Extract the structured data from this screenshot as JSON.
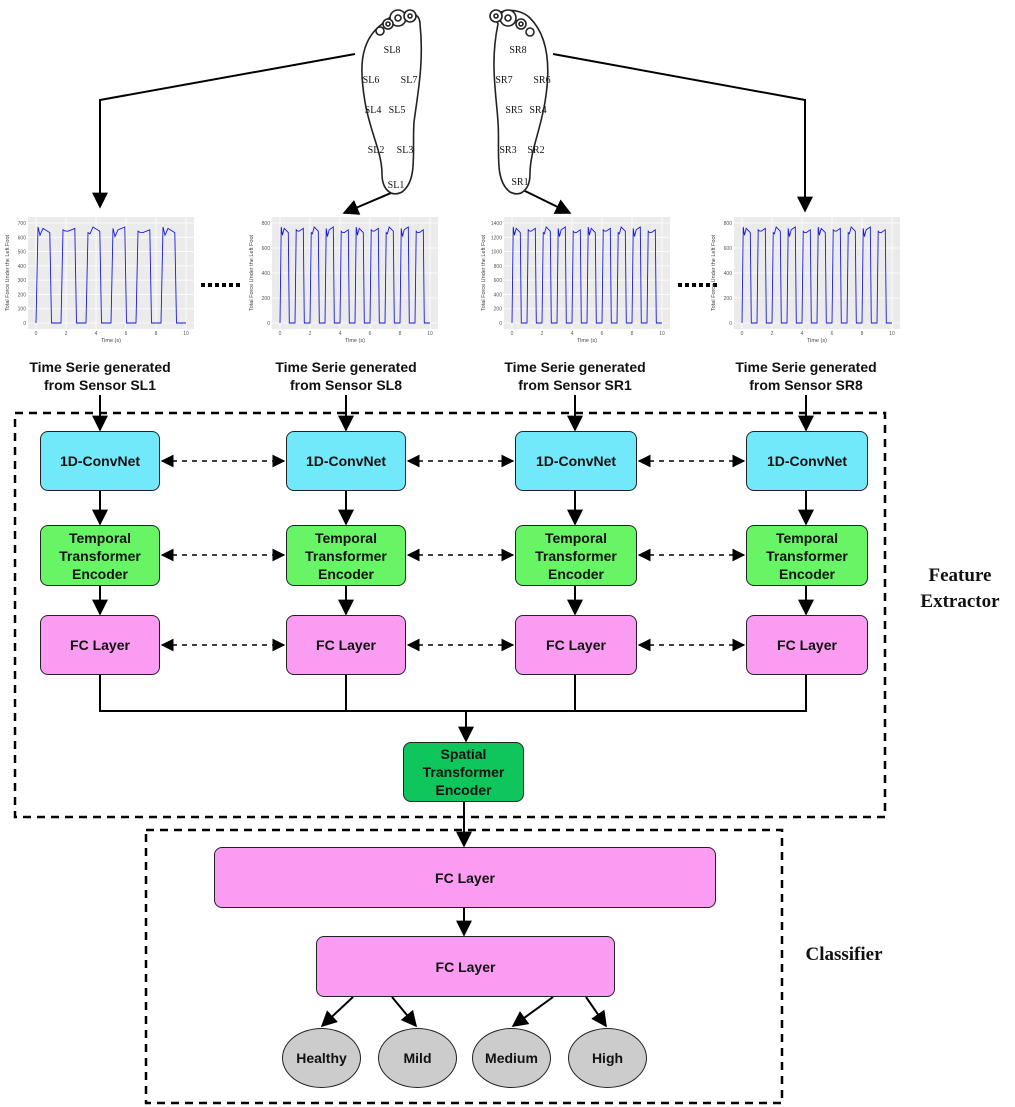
{
  "feet": {
    "left_sensors": [
      "SL8",
      "SL6",
      "SL7",
      "SL4",
      "SL5",
      "SL2",
      "SL3",
      "SL1"
    ],
    "right_sensors": [
      "SR8",
      "SR7",
      "SR6",
      "SR5",
      "SR4",
      "SR3",
      "SR2",
      "SR1"
    ]
  },
  "time_series": [
    {
      "caption": "Time Serie generated\nfrom Sensor SL1",
      "ylabel": "Total Force Under the Left Foot",
      "xlabel": "Time (s)",
      "yticks": [
        "0",
        "100",
        "200",
        "300",
        "400",
        "500",
        "600",
        "700"
      ],
      "xticks": [
        "0",
        "2",
        "4",
        "6",
        "8",
        "10"
      ]
    },
    {
      "caption": "Time Serie generated\nfrom Sensor SL8",
      "ylabel": "Total Force Under the Left Foot",
      "xlabel": "Time (s)",
      "yticks": [
        "0",
        "200",
        "400",
        "600",
        "800"
      ],
      "xticks": [
        "0",
        "2",
        "4",
        "6",
        "8",
        "10"
      ]
    },
    {
      "caption": "Time Serie generated\nfrom Sensor SR1",
      "ylabel": "Total Force Under the Left Foot",
      "xlabel": "Time (s)",
      "yticks": [
        "0",
        "200",
        "400",
        "600",
        "800",
        "1000",
        "1200",
        "1400"
      ],
      "xticks": [
        "0",
        "2",
        "4",
        "6",
        "8",
        "10"
      ]
    },
    {
      "caption": "Time Serie generated\nfrom Sensor SR8",
      "ylabel": "Total Force Under the Left Foot",
      "xlabel": "Time (s)",
      "yticks": [
        "0",
        "200",
        "400",
        "600",
        "800"
      ],
      "xticks": [
        "0",
        "2",
        "4",
        "6",
        "8",
        "10"
      ]
    }
  ],
  "blocks": {
    "conv": "1D-ConvNet",
    "tte": "Temporal\nTransformer\nEncoder",
    "fc": "FC Layer",
    "ste": "Spatial\nTransformer\nEncoder"
  },
  "classifier": {
    "fc1": "FC Layer",
    "fc2": "FC Layer"
  },
  "outputs": [
    "Healthy",
    "Mild",
    "Medium",
    "High"
  ],
  "labels": {
    "feature_extractor": "Feature\nExtractor",
    "classifier": "Classifier"
  },
  "colors": {
    "conv": "#72e8fb",
    "tte": "#67f566",
    "fc": "#fb9cf3",
    "ste": "#0fc65d",
    "output": "#cccccc",
    "signal": "#1a1adb"
  }
}
